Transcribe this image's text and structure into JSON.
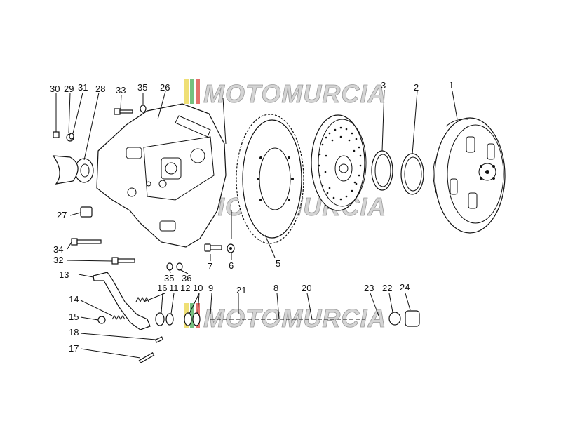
{
  "diagram": {
    "watermark": "MOTOMURCIA",
    "part_numbers": [
      "1",
      "2",
      "3",
      "5",
      "6",
      "7",
      "8",
      "9",
      "10",
      "11",
      "12",
      "13",
      "14",
      "15",
      "16",
      "17",
      "18",
      "20",
      "21",
      "22",
      "23",
      "24",
      "26",
      "27",
      "28",
      "29",
      "30",
      "31",
      "32",
      "33",
      "34",
      "35",
      "36"
    ],
    "callouts": {
      "p1": "1",
      "p2": "2",
      "p3": "3",
      "p5": "5",
      "p6": "6",
      "p7": "7",
      "p8": "8",
      "p9": "9",
      "p10": "10",
      "p11": "11",
      "p12": "12",
      "p13": "13",
      "p14": "14",
      "p15": "15",
      "p16": "16",
      "p17": "17",
      "p18": "18",
      "p20": "20",
      "p21": "21",
      "p22": "22",
      "p23": "23",
      "p24": "24",
      "p26": "26",
      "p27": "27",
      "p28": "28",
      "p29": "29",
      "p30": "30",
      "p31": "31",
      "p32": "32",
      "p33": "33",
      "p34": "34",
      "p35a": "35",
      "p35b": "35",
      "p36": "36"
    },
    "colors": {
      "line": "#111111",
      "watermark_fill": "#d4d4d4",
      "flag_yellow": "#e8d23a",
      "flag_green": "#3aa64a",
      "flag_red": "#d8342c"
    }
  }
}
